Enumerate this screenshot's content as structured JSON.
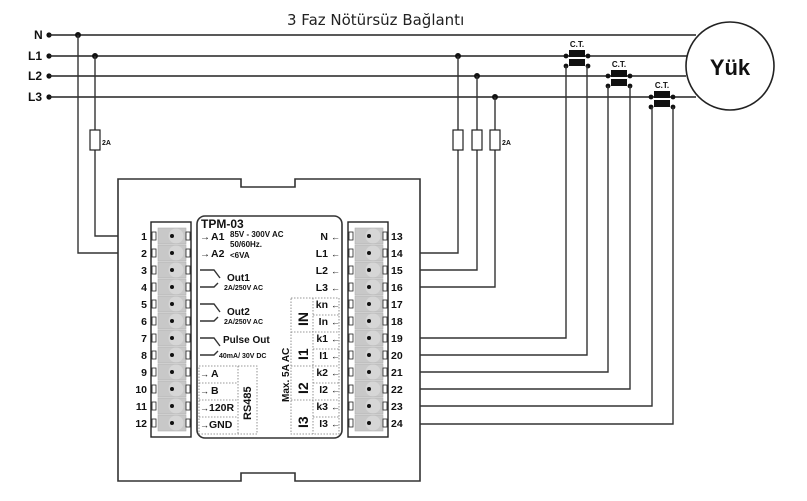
{
  "title": "3 Faz Nötürsüz Bağlantı",
  "bus_lines": [
    "N",
    "L1",
    "L2",
    "L3"
  ],
  "load_label": "Yük",
  "ct_label": "C.T.",
  "fuse_label": "2A",
  "device": {
    "model": "TPM-03",
    "supply": {
      "line1": "85V - 300V AC",
      "line2": "50/60Hz.",
      "line3": "<6VA"
    },
    "left_terminals": [
      "A1",
      "A2",
      "",
      "",
      "",
      "",
      "",
      "",
      "A",
      "B",
      "120R",
      "GND"
    ],
    "left_pins": [
      "1",
      "2",
      "3",
      "4",
      "5",
      "6",
      "7",
      "8",
      "9",
      "10",
      "11",
      "12"
    ],
    "outputs": [
      {
        "name": "Out1",
        "rating": "2A/250V AC"
      },
      {
        "name": "Out2",
        "rating": "2A/250V AC"
      },
      {
        "name": "Pulse Out",
        "rating": "40mA/ 30V DC"
      }
    ],
    "rs485_label": "RS485",
    "current_rating": "Max. 5A AC",
    "right_terminals": [
      "N",
      "L1",
      "L2",
      "L3",
      "kn",
      "In",
      "k1",
      "I1",
      "k2",
      "I2",
      "k3",
      "I3"
    ],
    "right_pins": [
      "13",
      "14",
      "15",
      "16",
      "17",
      "18",
      "19",
      "20",
      "21",
      "22",
      "23",
      "24"
    ],
    "current_groups": [
      "IN",
      "I1",
      "I2",
      "I3"
    ]
  }
}
